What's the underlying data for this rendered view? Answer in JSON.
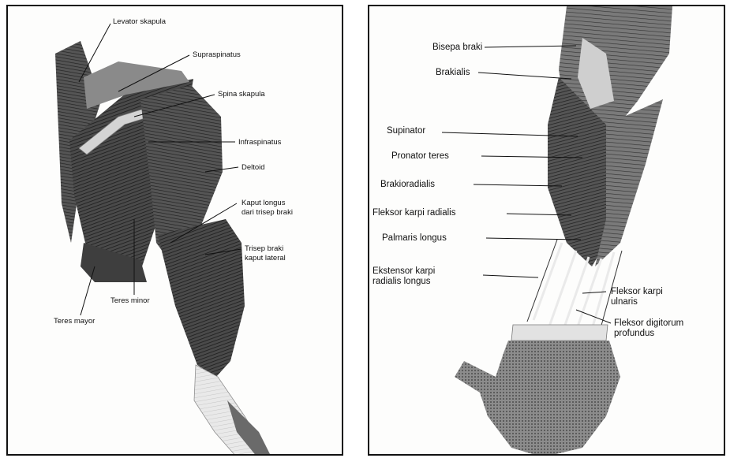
{
  "left_panel": {
    "labels": {
      "levator": "Levator skapula",
      "supraspinatus": "Supraspinatus",
      "spina": "Spina skapula",
      "infraspinatus": "Infraspinatus",
      "deltoid": "Deltoid",
      "kaput_longus_1": "Kaput longus",
      "kaput_longus_2": "dari trisep braki",
      "trisep_lateral_1": "Trisep braki",
      "trisep_lateral_2": "kaput lateral",
      "teres_minor": "Teres minor",
      "teres_mayor": "Teres mayor"
    }
  },
  "right_panel": {
    "labels": {
      "bisep": "Bisepa braki",
      "brakialis": "Brakialis",
      "supinator": "Supinator",
      "pronator": "Pronator teres",
      "brakioradialis": "Brakioradialis",
      "fleksor_radialis": "Fleksor karpi radialis",
      "palmaris": "Palmaris longus",
      "ekstensor_1": "Ekstensor karpi",
      "ekstensor_2": "radialis longus",
      "fleksor_ulnaris_1": "Fleksor karpi",
      "fleksor_ulnaris_2": "ulnaris",
      "fleksor_digitorum_1": "Fleksor digitorum",
      "fleksor_digitorum_2": "profundus"
    }
  },
  "colors": {
    "ink": "#111111",
    "muscle_dark": "#3a3a3a",
    "muscle_mid": "#6e6e6e",
    "bone_light": "#d9d9d9",
    "paper": "#fdfdfc"
  }
}
